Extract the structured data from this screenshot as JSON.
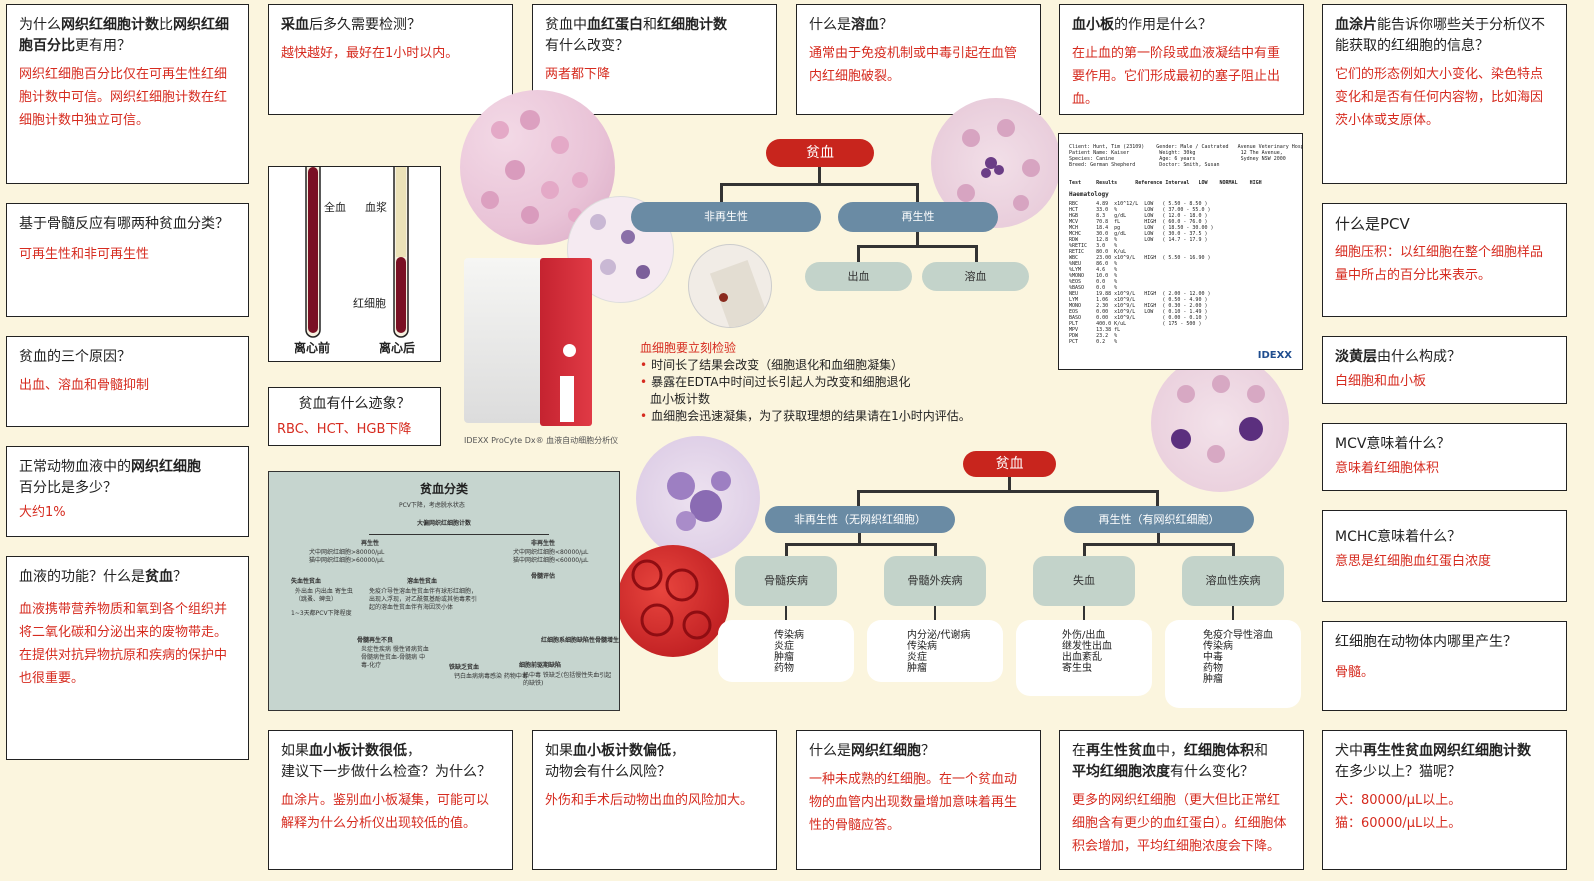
{
  "cards": {
    "c1": {
      "q": [
        "为什么",
        "网织红细胞计数",
        "比",
        "网织红细胞百分比",
        "更有用？"
      ],
      "a": "网织红细胞百分比仅在可再生性红细胞计数中可信。网织红细胞计数在红细胞计数中独立可信。"
    },
    "c2": {
      "q": "基于骨髓反应有哪两种贫血分类？",
      "a": "可再生性和非可再生性"
    },
    "c3": {
      "q": "贫血的三个原因？",
      "a": "出血、溶血和骨髓抑制"
    },
    "c4": {
      "q1": "正常动物血液中的",
      "q2": "网织红细胞",
      "q3": "百分比是多少？",
      "a": "大约1%"
    },
    "c5": {
      "q1": "血液的功能？什么是",
      "q2": "贫血",
      "q3": "？",
      "a": "血液携带营养物质和氧到各个组织并将二氧化碳和分泌出来的废物带走。在提供对抗异物抗原和疾病的保护中也很重要。"
    },
    "c6": {
      "q1": "采血",
      "q2": "后多久需要检测？",
      "a": "越快越好，最好在1小时以内。"
    },
    "c7": {
      "q1": "贫血中",
      "q2": "血红蛋白",
      "q3": "和",
      "q4": "红细胞计数",
      "q5": "有什么改变？",
      "a": "两者都下降"
    },
    "c8": {
      "q1": "什么是",
      "q2": "溶血",
      "q3": "？",
      "a": "通常由于免疫机制或中毒引起在血管内红细胞破裂。"
    },
    "c9": {
      "q1": "血小板",
      "q2": "的作用是什么？",
      "a": "在止血的第一阶段或血液凝结中有重要作用。它们形成最初的塞子阻止出血。"
    },
    "c10": {
      "q1": "血涂片",
      "q2": "能告诉你哪些关于分析仪不能获取的红细胞的信息？",
      "a": "它们的形态例如大小变化、染色特点变化和是否有任何内容物，比如海因茨小体或支原体。"
    },
    "c11": {
      "q": "什么是PCV",
      "a": "细胞压积：以红细胞在整个细胞样品量中所占的百分比来表示。"
    },
    "c12": {
      "q1": "淡黄层",
      "q2": "由什么构成？",
      "a": "白细胞和血小板"
    },
    "c13": {
      "q": "MCV意味着什么？",
      "a": "意味着红细胞体积"
    },
    "c14": {
      "q": "MCHC意味着什么？",
      "a": "意思是红细胞血红蛋白浓度"
    },
    "c15": {
      "q": "红细胞在动物体内哪里产生？",
      "a": "骨髓。"
    },
    "c16": {
      "q1": "如果",
      "q2": "血小板计数很低",
      "q3": "，",
      "q4": "建议下一步做什么检查？为什么？",
      "a": "血涂片。鉴别血小板凝集，可能可以解释为什么分析仪出现较低的值。"
    },
    "c17": {
      "q1": "如果",
      "q2": "血小板计数偏低",
      "q3": "，",
      "q4": "动物会有什么风险？",
      "a": "外伤和手术后动物出血的风险加大。"
    },
    "c18": {
      "q1": "什么是",
      "q2": "网织红细胞",
      "q3": "？",
      "a": "一种未成熟的红细胞。在一个贫血动物的血管内出现数量增加意味着再生性的骨髓应答。"
    },
    "c19": {
      "q1": "在",
      "q2": "再生性贫血",
      "q3": "中，",
      "q4": "红细胞体积",
      "q5": "和",
      "q6": "平均红细胞浓度",
      "q7": "有什么变化？",
      "a": "更多的网织红细胞（更大但比正常红细胞含有更少的血红蛋白）。红细胞体积会增加，平均红细胞浓度会下降。"
    },
    "c20": {
      "q1": "犬中",
      "q2": "再生性贫血网织红细胞计数",
      "q3": "在多少以上？猫呢？",
      "a1": "犬：80000/μL以上。",
      "a2": "猫：60000/μL以上。"
    },
    "c21": {
      "q": "贫血有什么迹象？",
      "a": "RBC、HCT、HGB下降"
    }
  },
  "tubes": {
    "whole": "全血",
    "plasma": "血浆",
    "rbc": "红细胞",
    "before": "离心前",
    "after": "离心后"
  },
  "analyzer_caption": "IDEXX ProCyte Dx® 血液自动细胞分析仪",
  "blood_check": {
    "title": "血细胞要立刻检验",
    "bullets": [
      "时间长了结果会改变（细胞退化和血细胞凝集）",
      "暴露在EDTA中时间过长引起人为改变和细胞退化",
      "血小板计数",
      "血细胞会迅速凝集，为了获取理想的结果请在1小时内评估。"
    ]
  },
  "tree1": {
    "root": "贫血",
    "left": "非再生性",
    "right": "再生性",
    "r1": "出血",
    "r2": "溶血"
  },
  "tree2": {
    "root": "贫血",
    "left": "非再生性（无网织红细胞）",
    "right": "再生性（有网织红细胞）",
    "n1": "骨髓疾病",
    "n2": "骨髓外疾病",
    "n3": "失血",
    "n4": "溶血性疾病",
    "l1": [
      "传染病",
      "炎症",
      "肿瘤",
      "药物"
    ],
    "l2": [
      "内分泌/代谢病",
      "传染病",
      "炎症",
      "肿瘤"
    ],
    "l3": [
      "外伤/出血",
      "继发性出血",
      "出血紊乱",
      "寄生虫"
    ],
    "l4": [
      "免疫介导性溶血",
      "传染病",
      "中毒",
      "药物",
      "肿瘤"
    ]
  },
  "flowchart": {
    "title": "贫血分类",
    "t1": "PCV下降，考虑脱水状态",
    "t2": "大偏网织红细胞计数",
    "t3": "再生性",
    "t4": "犬中网织红细胞>80000/μL",
    "t5": "猫中网织红细胞>60000/μL",
    "t6": "非再生性",
    "t7": "犬中网织红细胞<80000/μL",
    "t8": "猫中网织红细胞<60000/μL",
    "t9": "骨髓评估",
    "t10": "失血性贫血",
    "t11": "外出血 内出血 寄生虫（跳蚤、蜱虫）",
    "t12": "1~3天都PCV下降程度",
    "t13": "溶血性贫血",
    "t14": "免疫介导性溶血性贫血伴有球形红细胞，出现入浮现，对乙酰氨基酚或其他毒素引起的溶血性贫血伴有海因茨小体",
    "t15": "骨髓再生不良",
    "t16": "炎症性疾病 慢性肾病贫血 骨髓病性贫血-骨髓病 中毒-化疗",
    "t17": "红细胞系细胞缺陷性骨髓增生",
    "t18": "铁缺乏贫血",
    "t19": "钙白血病病毒感染 药物中毒",
    "t20": "细胞前驱期缺陷",
    "t21": "铅中毒 铁缺乏(包括慢性失血引起的缺铁)"
  },
  "report": {
    "header": "Client: Hunt, Tim (23109)    Gender: Male / Castrated   Avenue Veterinary Hospital\nPatient Name: Kaiser          Weight: 30kg               12 The Avenue,\nSpecies: Canine               Age: 6 years               Sydney NSW 2000\nBreed: German Shepherd        Doctor: Smith, Susan",
    "cols": "Test     Results      Reference Interval   LOW    NORMAL    HIGH",
    "section": "Haematology",
    "rows": "RBC      4.89  x10^12/L  LOW   ( 5.50 - 8.50 )\nHCT      33.0  %         LOW   ( 37.00 - 55.0 )\nHGB      8.3   g/dL      LOW   ( 12.0 - 18.0 )\nMCV      70.8  fL        HIGH  ( 60.0 - 76.0 )\nMCH      18.4  pg        LOW   ( 18.50 - 30.00 )\nMCHC     30.0  g/dL      LOW   ( 30.0 - 37.5 )\nRDW      12.8  %         LOW   ( 14.7 - 17.9 )\n%RETIC   3.0   %\nRETIC    80.0  K/uL\nWBC      23.00 x10^9/L   HIGH  ( 5.50 - 16.90 )\n%NEU     86.0  %\n%LYM     4.6   %\n%MONO    10.0  %\n%EOS     0.0   %\n%BASO    0.0   %\nNEU      19.88 x10^9/L   HIGH  ( 2.00 - 12.00 )\nLYM      1.06  x10^9/L         ( 0.50 - 4.90 )\nMONO     2.30  x10^9/L   HIGH  ( 0.30 - 2.00 )\nEOS      0.00  x10^9/L   LOW   ( 0.10 - 1.49 )\nBASO     0.00  x10^9/L         ( 0.00 - 0.10 )\nPLT      400.0 K/uL            ( 175 - 500 )\nMPV      13.38 fL\nPDW      23.2  %\nPCT      0.2   %",
    "logo": "IDEXX"
  },
  "colors": {
    "accent": "#d62b1f",
    "bg": "#fbf5de",
    "node_blue": "#6a8ba4",
    "node_green": "#c3d3ca"
  }
}
